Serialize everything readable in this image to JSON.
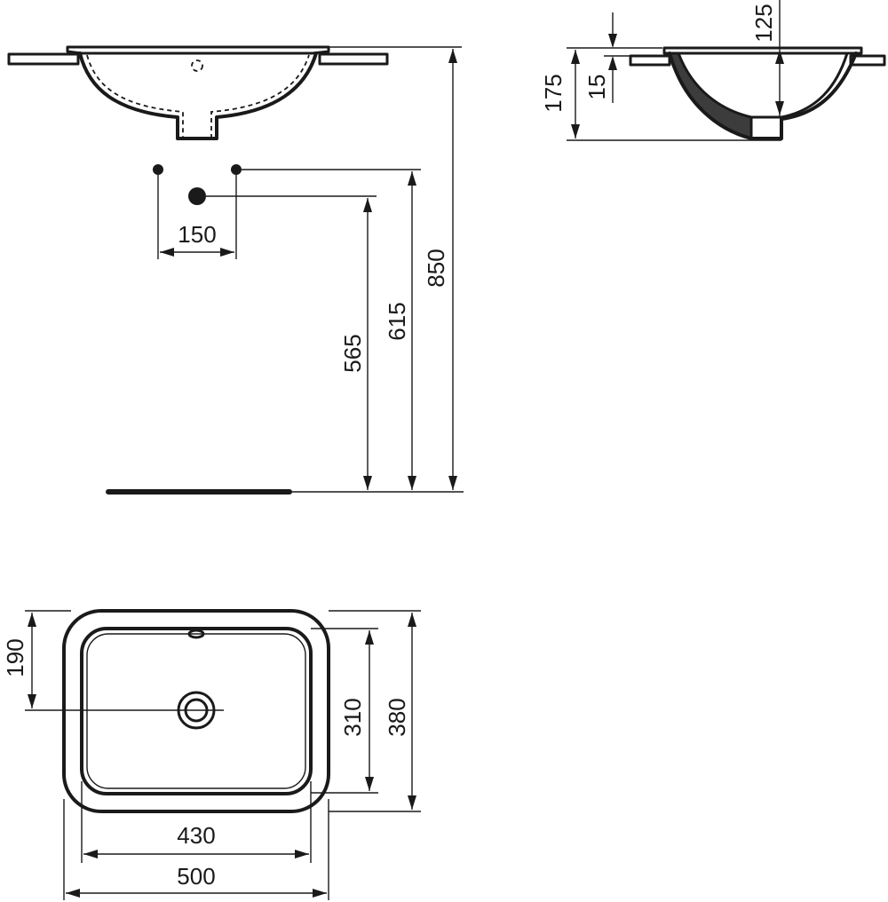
{
  "dimensions": {
    "tap_spacing": "150",
    "waste_height": "565",
    "supply_height": "615",
    "basin_rim_height": "850",
    "section_total_depth": "175",
    "section_inner_depth": "125",
    "rim_thickness": "15",
    "waste_offset_from_back": "190",
    "inner_depth_plan": "310",
    "outer_depth_plan": "380",
    "inner_width_plan": "430",
    "outer_width_plan": "500"
  },
  "colors": {
    "line": "#1a1a1a",
    "background": "#ffffff"
  }
}
